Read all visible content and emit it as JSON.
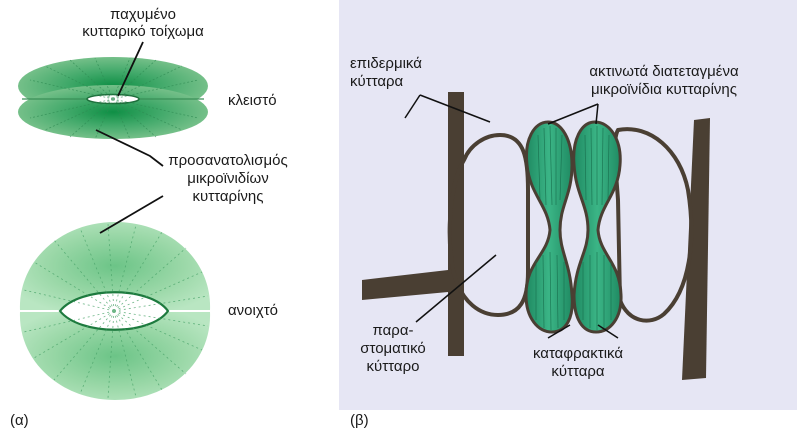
{
  "panel_a": {
    "label": "(α)",
    "thickened_wall": [
      "παχυμένο",
      "κυτταρικό τοίχωμα"
    ],
    "closed": "κλειστό",
    "cellulose_orientation": [
      "προσανατολισμός",
      "μικροϊνιδίων",
      "κυτταρίνης"
    ],
    "open": "ανοιχτό"
  },
  "panel_b": {
    "label": "(β)",
    "epidermal_cells": [
      "επιδερμικά",
      "κύτταρα"
    ],
    "radial_microfibrils": [
      "ακτινωτά διατεταγμένα",
      "μικροϊνίδια κυτταρίνης"
    ],
    "subsidiary_cell": [
      "παρα-",
      "στοματικό",
      "κύτταρο"
    ],
    "guard_cells": [
      "καταφρακτικά",
      "κύτταρα"
    ]
  },
  "colors": {
    "panel_b_background": "#e6e6f4",
    "guard_cell_fill": "#2e9f72",
    "cell_wall": "#4a3f33",
    "closed_stoma": "#5fb07a",
    "open_stoma": "#8fd19f"
  }
}
